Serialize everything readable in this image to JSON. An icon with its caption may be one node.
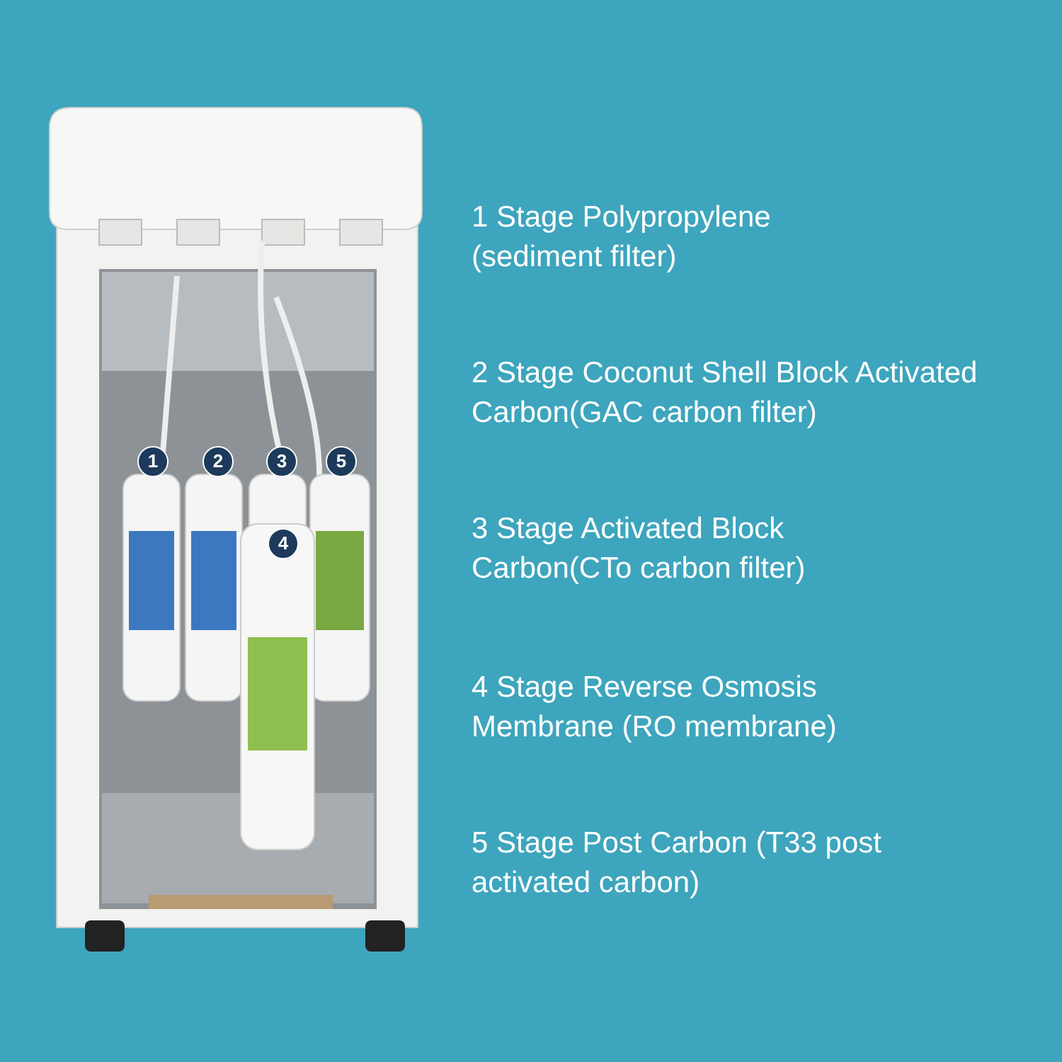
{
  "diagram": {
    "nodes": [
      {
        "text": [
          "1"
        ]
      },
      {
        "text": [
          "2"
        ]
      },
      {
        "text": [
          "3"
        ]
      },
      {
        "text": [
          "5"
        ]
      },
      {
        "text": [
          "4"
        ]
      }
    ],
    "labels": [
      "1 Stage Polypropylene (sediment filter)",
      "2 Stage Coconut Shell Block Activated Carbon(GAC carbon filter)",
      "3 Stage Activated Block Carbon(CTo carbon filter)",
      "4 Stage Reverse Osmosis Membrane (RO membrane)",
      "5 Stage Post Carbon (T33 post activated carbon)"
    ]
  }
}
